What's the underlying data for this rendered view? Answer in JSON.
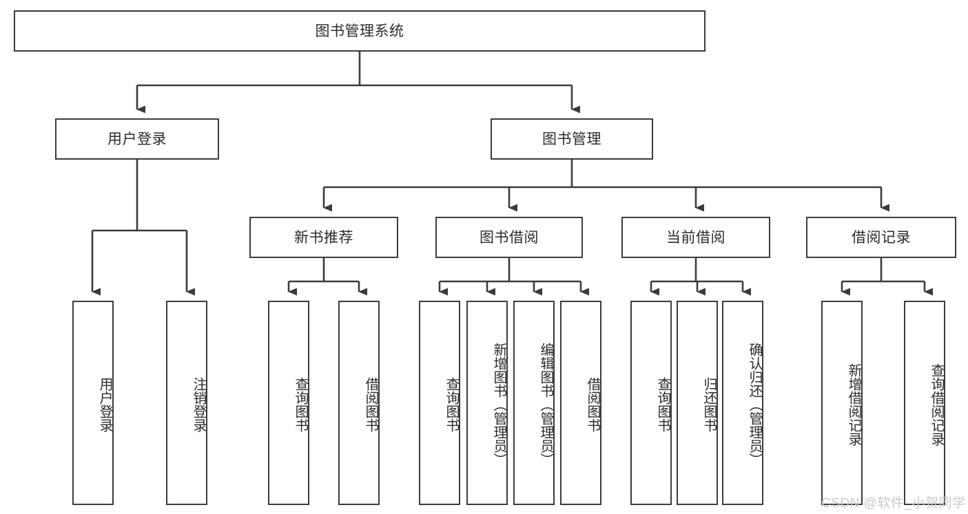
{
  "diagram": {
    "title": "图书管理系统",
    "type": "hierarchy-tree",
    "root": {
      "label": "图书管理系统"
    },
    "level2": [
      {
        "label": "用户登录"
      },
      {
        "label": "图书管理"
      }
    ],
    "level3": [
      {
        "label": "新书推荐"
      },
      {
        "label": "图书借阅"
      },
      {
        "label": "当前借阅"
      },
      {
        "label": "借阅记录"
      }
    ],
    "leaves": {
      "user_login": [
        {
          "label": "用户登录"
        },
        {
          "label": "注销登录"
        }
      ],
      "new_book_recommend": [
        {
          "label": "查询图书"
        },
        {
          "label": "借阅图书"
        }
      ],
      "book_borrow": [
        {
          "label": "查询图书"
        },
        {
          "label": "新增图书（管理员）"
        },
        {
          "label": "编辑图书（管理员）"
        },
        {
          "label": "借阅图书"
        }
      ],
      "current_borrow": [
        {
          "label": "查询图书"
        },
        {
          "label": "归还图书"
        },
        {
          "label": "确认归还（管理员）"
        }
      ],
      "borrow_record": [
        {
          "label": "新增借阅记录"
        },
        {
          "label": "查询借阅记录"
        }
      ]
    }
  },
  "watermark": {
    "text": "CSDN @软件_小贺同学"
  },
  "colors": {
    "border": "#3b3b3b",
    "text": "#2b2b2b",
    "background": "#ffffff",
    "watermark": "#c9c9c9"
  }
}
